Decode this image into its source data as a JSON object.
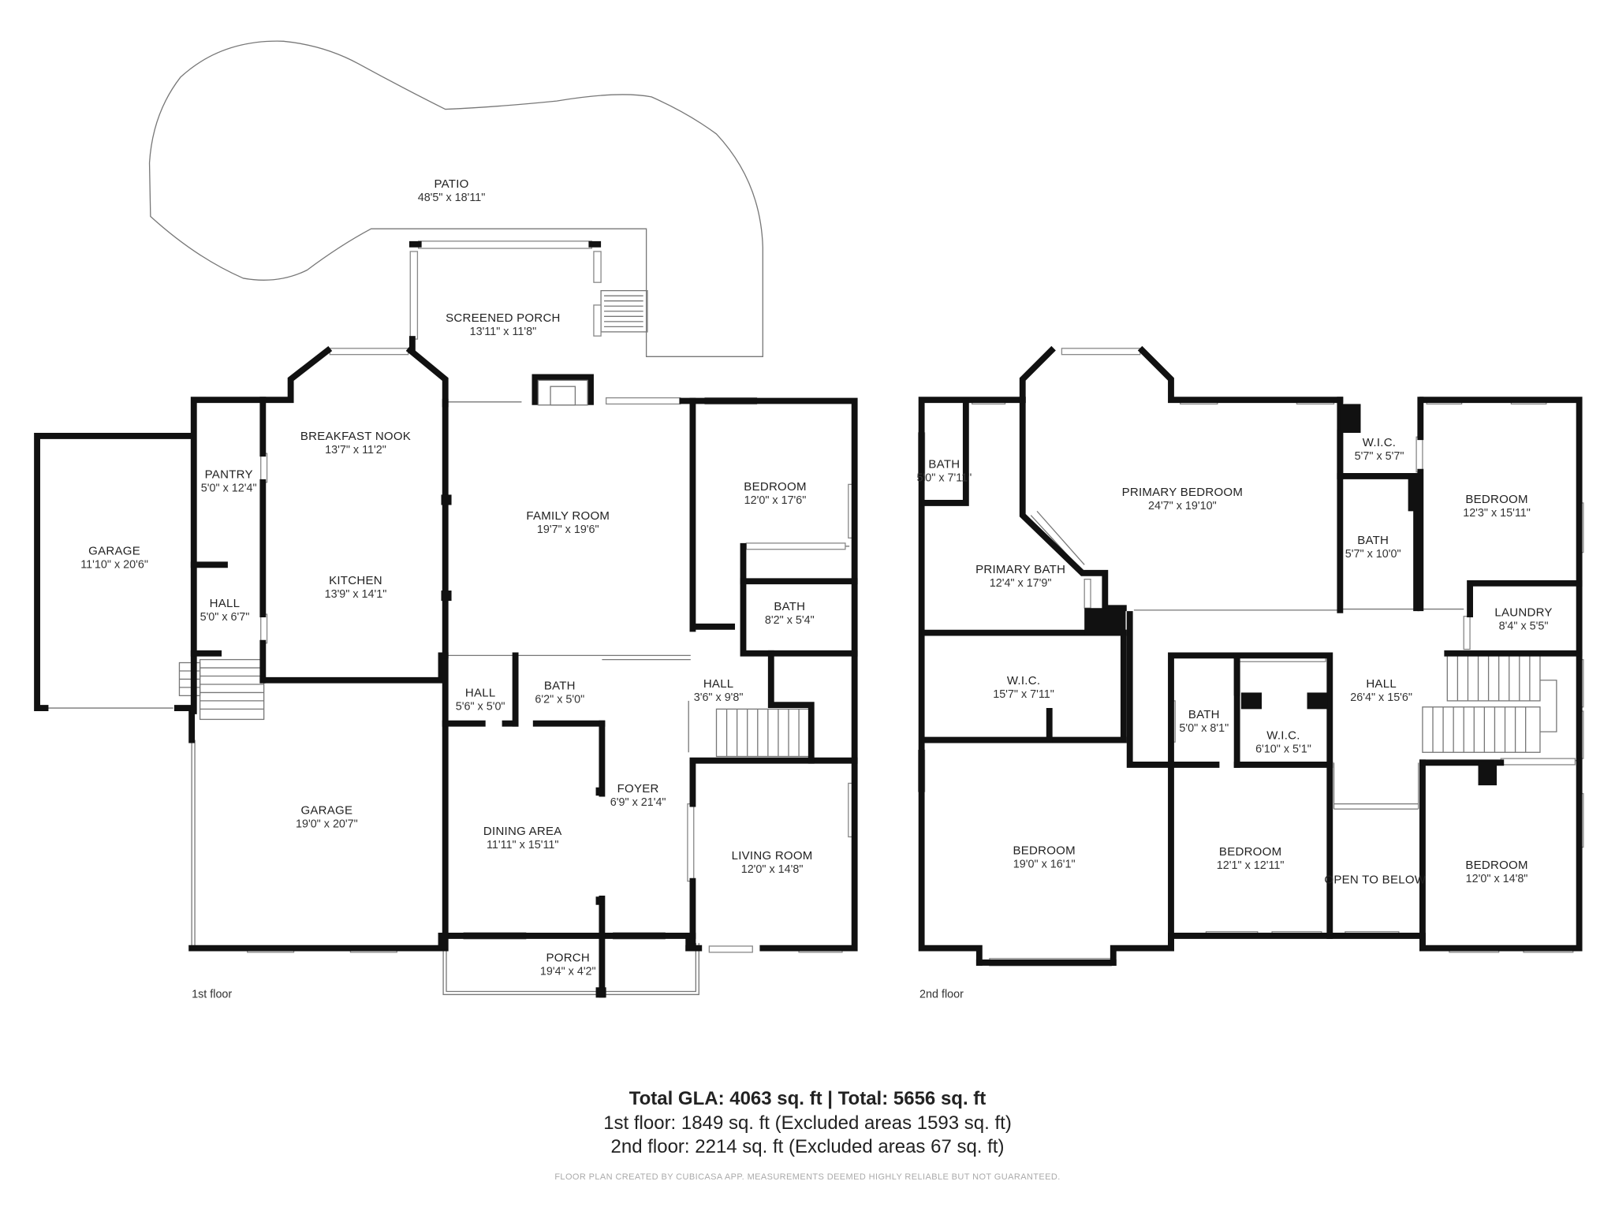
{
  "colors": {
    "wall": "#111111",
    "thin_line": "#777777",
    "window": "#999999",
    "background": "#ffffff"
  },
  "floors": [
    {
      "label": "1st floor"
    },
    {
      "label": "2nd floor"
    }
  ],
  "rooms": {
    "patio": {
      "name": "PATIO",
      "dims": "48'5\" x 18'11\""
    },
    "screened_porch": {
      "name": "SCREENED PORCH",
      "dims": "13'11\" x 11'8\""
    },
    "breakfast_nook": {
      "name": "BREAKFAST NOOK",
      "dims": "13'7\" x 11'2\""
    },
    "pantry": {
      "name": "PANTRY",
      "dims": "5'0\" x 12'4\""
    },
    "garage_left": {
      "name": "GARAGE",
      "dims": "11'10\" x 20'6\""
    },
    "family_room": {
      "name": "FAMILY ROOM",
      "dims": "19'7\" x 19'6\""
    },
    "bedroom_1f": {
      "name": "BEDROOM",
      "dims": "12'0\" x 17'6\""
    },
    "hall_west": {
      "name": "HALL",
      "dims": "5'0\" x 6'7\""
    },
    "kitchen": {
      "name": "KITCHEN",
      "dims": "13'9\" x 14'1\""
    },
    "bath_1f_right": {
      "name": "BATH",
      "dims": "8'2\" x 5'4\""
    },
    "hall_mid": {
      "name": "HALL",
      "dims": "5'6\" x 5'0\""
    },
    "bath_1f_mid": {
      "name": "BATH",
      "dims": "6'2\" x 5'0\""
    },
    "hall_stairs": {
      "name": "HALL",
      "dims": "3'6\" x 9'8\""
    },
    "foyer": {
      "name": "FOYER",
      "dims": "6'9\" x 21'4\""
    },
    "garage_main": {
      "name": "GARAGE",
      "dims": "19'0\" x 20'7\""
    },
    "dining_area": {
      "name": "DINING AREA",
      "dims": "11'11\" x 15'11\""
    },
    "living_room": {
      "name": "LIVING ROOM",
      "dims": "12'0\" x 14'8\""
    },
    "porch": {
      "name": "PORCH",
      "dims": "19'4\" x 4'2\""
    },
    "bath_2f_small": {
      "name": "BATH",
      "dims": "5'0\" x 7'11\""
    },
    "primary_bedroom": {
      "name": "PRIMARY BEDROOM",
      "dims": "24'7\" x 19'10\""
    },
    "wic_top": {
      "name": "W.I.C.",
      "dims": "5'7\" x 5'7\""
    },
    "bedroom_2f_ne": {
      "name": "BEDROOM",
      "dims": "12'3\" x 15'11\""
    },
    "primary_bath": {
      "name": "PRIMARY BATH",
      "dims": "12'4\" x 17'9\""
    },
    "bath_2f_mid": {
      "name": "BATH",
      "dims": "5'7\" x 10'0\""
    },
    "laundry": {
      "name": "LAUNDRY",
      "dims": "8'4\" x 5'5\""
    },
    "wic_primary": {
      "name": "W.I.C.",
      "dims": "15'7\" x 7'11\""
    },
    "hall_2f": {
      "name": "HALL",
      "dims": "26'4\" x 15'6\""
    },
    "bath_2f_center": {
      "name": "BATH",
      "dims": "5'0\" x 8'1\""
    },
    "wic_center": {
      "name": "W.I.C.",
      "dims": "6'10\" x 5'1\""
    },
    "bedroom_2f_sw": {
      "name": "BEDROOM",
      "dims": "19'0\" x 16'1\""
    },
    "bedroom_2f_s": {
      "name": "BEDROOM",
      "dims": "12'1\" x 12'11\""
    },
    "open_to_below": {
      "name": "OPEN TO BELOW",
      "dims": ""
    },
    "bedroom_2f_se": {
      "name": "BEDROOM",
      "dims": "12'0\" x 14'8\""
    }
  },
  "summary": {
    "total_line": "Total GLA: 4063 sq. ft | Total: 5656 sq. ft",
    "first_floor_line": "1st floor: 1849 sq. ft (Excluded areas 1593 sq. ft)",
    "second_floor_line": "2nd floor: 2214 sq. ft (Excluded areas 67 sq. ft)",
    "disclaimer": "FLOOR PLAN CREATED BY CUBICASA APP. MEASUREMENTS DEEMED HIGHLY RELIABLE BUT NOT GUARANTEED."
  }
}
